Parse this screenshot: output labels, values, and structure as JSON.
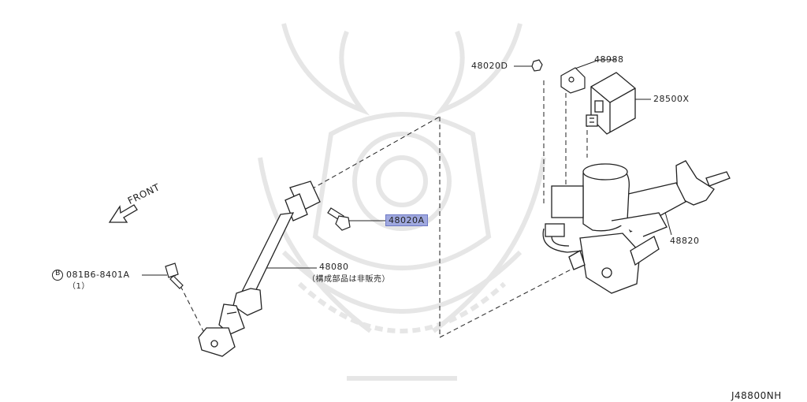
{
  "diagram": {
    "id_code": "J48800NH",
    "front_label": "FRONT",
    "parts": {
      "p48020d": "48020D",
      "p48988": "48988",
      "p28500x": "28500X",
      "p48820": "48820",
      "p48020a": "48020A",
      "p48080": "48080",
      "p48080_note": "（構成部品は非販売）",
      "bolt_circle": "B",
      "bolt_number": "081B6-8401A",
      "bolt_qty": "（1）"
    },
    "highlighted_part": "48020A",
    "colors": {
      "highlight": "#9fa8df",
      "line": "#222222",
      "watermark": "#e9e9e9"
    }
  }
}
